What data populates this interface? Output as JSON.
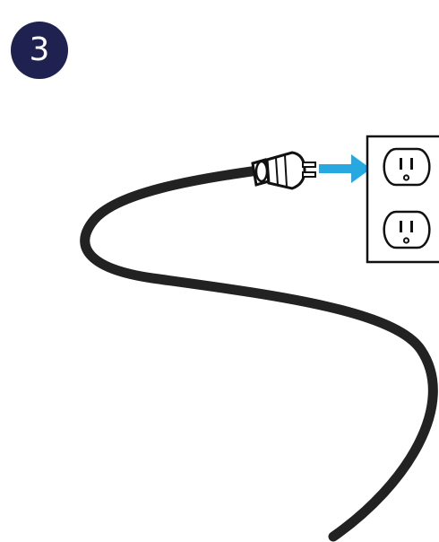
{
  "step": {
    "number": "3",
    "badge_color": "#1f2150"
  },
  "illustration": {
    "cable_color": "#222222",
    "arrow_color": "#27a8e0",
    "outlet_stroke": "#111111",
    "icons": [
      "power-cord",
      "plug",
      "arrow-right",
      "wall-outlet"
    ]
  }
}
